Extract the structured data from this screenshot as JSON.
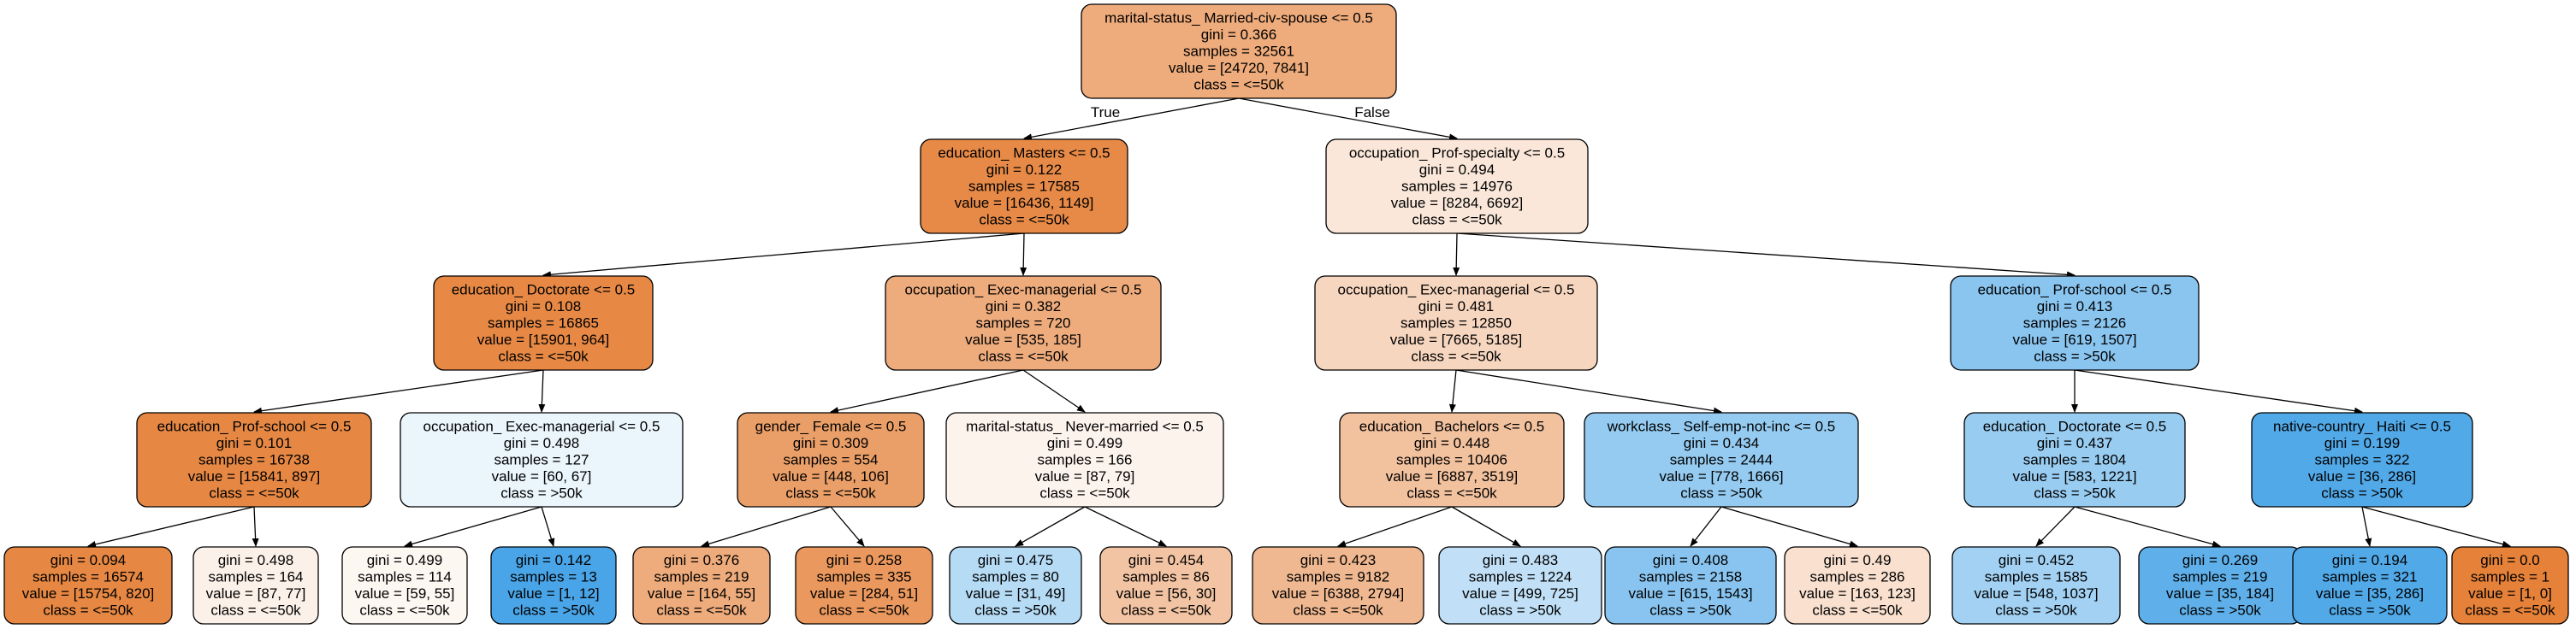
{
  "edge_labels": {
    "true_label": "True",
    "false_label": "False"
  },
  "nodes": [
    {
      "id": "n0",
      "lines": [
        "marital-status_ Married-civ-spouse <= 0.5",
        "gini = 0.366",
        "samples = 32561",
        "value = [24720, 7841]",
        "class = <=50k"
      ],
      "color": "#eeab7b"
    },
    {
      "id": "n1",
      "lines": [
        "education_ Masters <= 0.5",
        "gini = 0.122",
        "samples = 17585",
        "value = [16436, 1149]",
        "class = <=50k"
      ],
      "color": "#e78a47"
    },
    {
      "id": "n2",
      "lines": [
        "occupation_ Prof-specialty <= 0.5",
        "gini = 0.494",
        "samples = 14976",
        "value = [8284, 6692]",
        "class = <=50k"
      ],
      "color": "#fae7d9"
    },
    {
      "id": "n3",
      "lines": [
        "education_ Doctorate <= 0.5",
        "gini = 0.108",
        "samples = 16865",
        "value = [15901, 964]",
        "class = <=50k"
      ],
      "color": "#e78945"
    },
    {
      "id": "n4",
      "lines": [
        "occupation_ Exec-managerial <= 0.5",
        "gini = 0.382",
        "samples = 720",
        "value = [535, 185]",
        "class = <=50k"
      ],
      "color": "#eeac7d"
    },
    {
      "id": "n5",
      "lines": [
        "occupation_ Exec-managerial <= 0.5",
        "gini = 0.481",
        "samples = 12850",
        "value = [7665, 5185]",
        "class = <=50k"
      ],
      "color": "#f7d6bf"
    },
    {
      "id": "n6",
      "lines": [
        "education_ Prof-school <= 0.5",
        "gini = 0.413",
        "samples = 2126",
        "value = [619, 1507]",
        "class = >50k"
      ],
      "color": "#8ac5f0"
    },
    {
      "id": "n7",
      "lines": [
        "education_ Prof-school <= 0.5",
        "gini = 0.101",
        "samples = 16738",
        "value = [15841, 897]",
        "class = <=50k"
      ],
      "color": "#e68844"
    },
    {
      "id": "n8",
      "lines": [
        "occupation_ Exec-managerial <= 0.5",
        "gini = 0.498",
        "samples = 127",
        "value = [60, 67]",
        "class = >50k"
      ],
      "color": "#eaf5fc"
    },
    {
      "id": "n9",
      "lines": [
        "gender_ Female <= 0.5",
        "gini = 0.309",
        "samples = 554",
        "value = [448, 106]",
        "class = <=50k"
      ],
      "color": "#eb9f68"
    },
    {
      "id": "n10",
      "lines": [
        "marital-status_ Never-married <= 0.5",
        "gini = 0.499",
        "samples = 166",
        "value = [87, 79]",
        "class = <=50k"
      ],
      "color": "#fdf3ed"
    },
    {
      "id": "n11",
      "lines": [
        "education_ Bachelors <= 0.5",
        "gini = 0.448",
        "samples = 10406",
        "value = [6887, 3519]",
        "class = <=50k"
      ],
      "color": "#f2c19e"
    },
    {
      "id": "n12",
      "lines": [
        "workclass_ Self-emp-not-inc <= 0.5",
        "gini = 0.434",
        "samples = 2444",
        "value = [778, 1666]",
        "class = >50k"
      ],
      "color": "#95cbf1"
    },
    {
      "id": "n13",
      "lines": [
        "education_ Doctorate <= 0.5",
        "gini = 0.437",
        "samples = 1804",
        "value = [583, 1221]",
        "class = >50k"
      ],
      "color": "#98ccf1"
    },
    {
      "id": "n14",
      "lines": [
        "native-country_ Haiti <= 0.5",
        "gini = 0.199",
        "samples = 322",
        "value = [36, 286]",
        "class = >50k"
      ],
      "color": "#52a9e8"
    },
    {
      "id": "n15",
      "lines": [
        "gini = 0.094",
        "samples = 16574",
        "value = [15754, 820]",
        "class = <=50k"
      ],
      "color": "#e68843"
    },
    {
      "id": "n16",
      "lines": [
        "gini = 0.498",
        "samples = 164",
        "value = [87, 77]",
        "class = <=50k"
      ],
      "color": "#fcf1e8"
    },
    {
      "id": "n17",
      "lines": [
        "gini = 0.499",
        "samples = 114",
        "value = [59, 55]",
        "class = <=50k"
      ],
      "color": "#fdf7f2"
    },
    {
      "id": "n18",
      "lines": [
        "gini = 0.142",
        "samples = 13",
        "value = [1, 12]",
        "class = >50k"
      ],
      "color": "#49a5e7"
    },
    {
      "id": "n19",
      "lines": [
        "gini = 0.376",
        "samples = 219",
        "value = [164, 55]",
        "class = <=50k"
      ],
      "color": "#eeab7b"
    },
    {
      "id": "n20",
      "lines": [
        "gini = 0.258",
        "samples = 335",
        "value = [284, 51]",
        "class = <=50k"
      ],
      "color": "#ea985d"
    },
    {
      "id": "n21",
      "lines": [
        "gini = 0.475",
        "samples = 80",
        "value = [31, 49]",
        "class = >50k"
      ],
      "color": "#b6dbf5"
    },
    {
      "id": "n22",
      "lines": [
        "gini = 0.454",
        "samples = 86",
        "value = [56, 30]",
        "class = <=50k"
      ],
      "color": "#f3c4a3"
    },
    {
      "id": "n23",
      "lines": [
        "gini = 0.423",
        "samples = 9182",
        "value = [6388, 2794]",
        "class = <=50k"
      ],
      "color": "#f0b890"
    },
    {
      "id": "n24",
      "lines": [
        "gini = 0.483",
        "samples = 1224",
        "value = [499, 725]",
        "class = >50k"
      ],
      "color": "#c1e0f7"
    },
    {
      "id": "n25",
      "lines": [
        "gini = 0.408",
        "samples = 2158",
        "value = [615, 1543]",
        "class = >50k"
      ],
      "color": "#88c4ef"
    },
    {
      "id": "n26",
      "lines": [
        "gini = 0.49",
        "samples = 286",
        "value = [163, 123]",
        "class = <=50k"
      ],
      "color": "#f9e0cf"
    },
    {
      "id": "n27",
      "lines": [
        "gini = 0.452",
        "samples = 1585",
        "value = [548, 1037]",
        "class = >50k"
      ],
      "color": "#a2d1f3"
    },
    {
      "id": "n28",
      "lines": [
        "gini = 0.269",
        "samples = 219",
        "value = [35, 184]",
        "class = >50k"
      ],
      "color": "#5fb0ea"
    },
    {
      "id": "n29",
      "lines": [
        "gini = 0.194",
        "samples = 321",
        "value = [35, 286]",
        "class = >50k"
      ],
      "color": "#51a9e8"
    },
    {
      "id": "n30",
      "lines": [
        "gini = 0.0",
        "samples = 1",
        "value = [1, 0]",
        "class = <=50k"
      ],
      "color": "#e58139"
    }
  ],
  "edges": [
    [
      "n0",
      "n1"
    ],
    [
      "n0",
      "n2"
    ],
    [
      "n1",
      "n3"
    ],
    [
      "n1",
      "n4"
    ],
    [
      "n2",
      "n5"
    ],
    [
      "n2",
      "n6"
    ],
    [
      "n3",
      "n7"
    ],
    [
      "n3",
      "n8"
    ],
    [
      "n4",
      "n9"
    ],
    [
      "n4",
      "n10"
    ],
    [
      "n5",
      "n11"
    ],
    [
      "n5",
      "n12"
    ],
    [
      "n6",
      "n13"
    ],
    [
      "n6",
      "n14"
    ],
    [
      "n7",
      "n15"
    ],
    [
      "n7",
      "n16"
    ],
    [
      "n8",
      "n17"
    ],
    [
      "n8",
      "n18"
    ],
    [
      "n9",
      "n19"
    ],
    [
      "n9",
      "n20"
    ],
    [
      "n10",
      "n21"
    ],
    [
      "n10",
      "n22"
    ],
    [
      "n11",
      "n23"
    ],
    [
      "n11",
      "n24"
    ],
    [
      "n12",
      "n25"
    ],
    [
      "n12",
      "n26"
    ],
    [
      "n13",
      "n27"
    ],
    [
      "n13",
      "n28"
    ],
    [
      "n14",
      "n29"
    ],
    [
      "n14",
      "n30"
    ]
  ]
}
